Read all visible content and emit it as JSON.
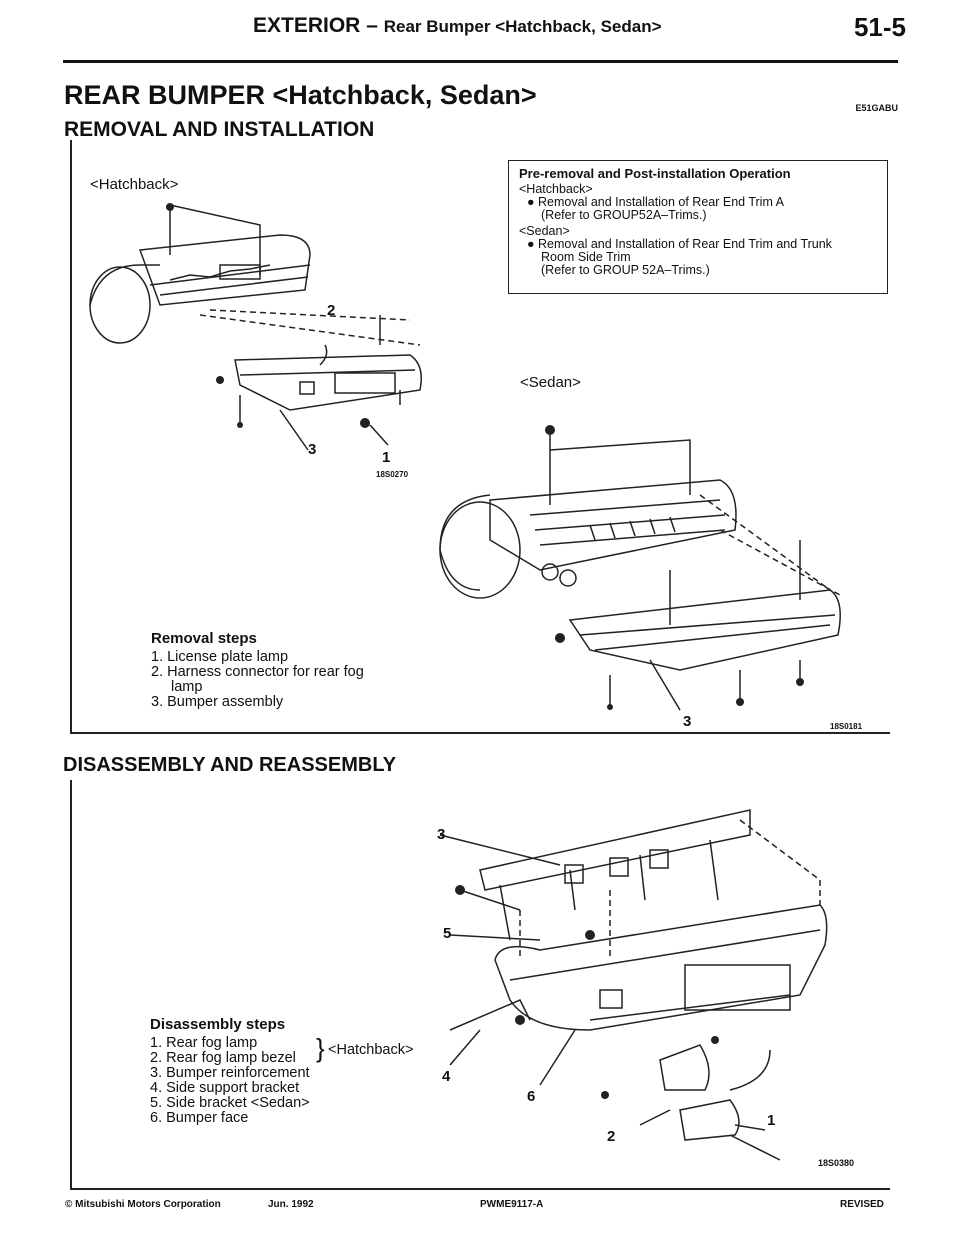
{
  "header": {
    "section": "EXTERIOR",
    "dash": "–",
    "topic": "Rear Bumper <Hatchback, Sedan>",
    "page_number": "51-5"
  },
  "title": "REAR BUMPER <Hatchback, Sedan>",
  "doc_code": "E51GABU",
  "removal": {
    "heading": "REMOVAL AND INSTALLATION",
    "hatchback_label": "<Hatchback>",
    "sedan_label": "<Sedan>",
    "note": {
      "title": "Pre-removal and Post-installation Operation",
      "hatchback": "<Hatchback>",
      "hatch_item": "Removal and Installation of Rear End Trim A",
      "hatch_ref": "(Refer to GROUP52A–Trims.)",
      "sedan": "<Sedan>",
      "sedan_item_1": "Removal and Installation of Rear End Trim and Trunk",
      "sedan_item_2": "Room Side Trim",
      "sedan_ref": "(Refer to GROUP 52A–Trims.)"
    },
    "steps_title": "Removal steps",
    "steps": [
      "1. License plate lamp",
      "2. Harness connector for rear fog",
      "lamp",
      "3. Bumper assembly"
    ],
    "fig_hatch": "18S0270",
    "fig_sedan": "18S0181",
    "callouts": {
      "n1": "1",
      "n2": "2",
      "n3": "3",
      "n3b": "3"
    }
  },
  "disassembly": {
    "heading": "DISASSEMBLY AND REASSEMBLY",
    "steps_title": "Disassembly steps",
    "steps": [
      "1. Rear fog lamp",
      "2. Rear fog lamp bezel",
      "3. Bumper reinforcement",
      "4. Side support bracket",
      "5. Side bracket <Sedan>",
      "6. Bumper face"
    ],
    "bracket_note": "<Hatchback>",
    "fig": "18S0380",
    "callouts": {
      "c1": "1",
      "c2": "2",
      "c3": "3",
      "c4": "4",
      "c5": "5",
      "c6": "6"
    }
  },
  "footer": {
    "copyright": "© Mitsubishi Motors Corporation",
    "date": "Jun. 1992",
    "pub": "PWME9117-A",
    "revised": "REVISED"
  }
}
